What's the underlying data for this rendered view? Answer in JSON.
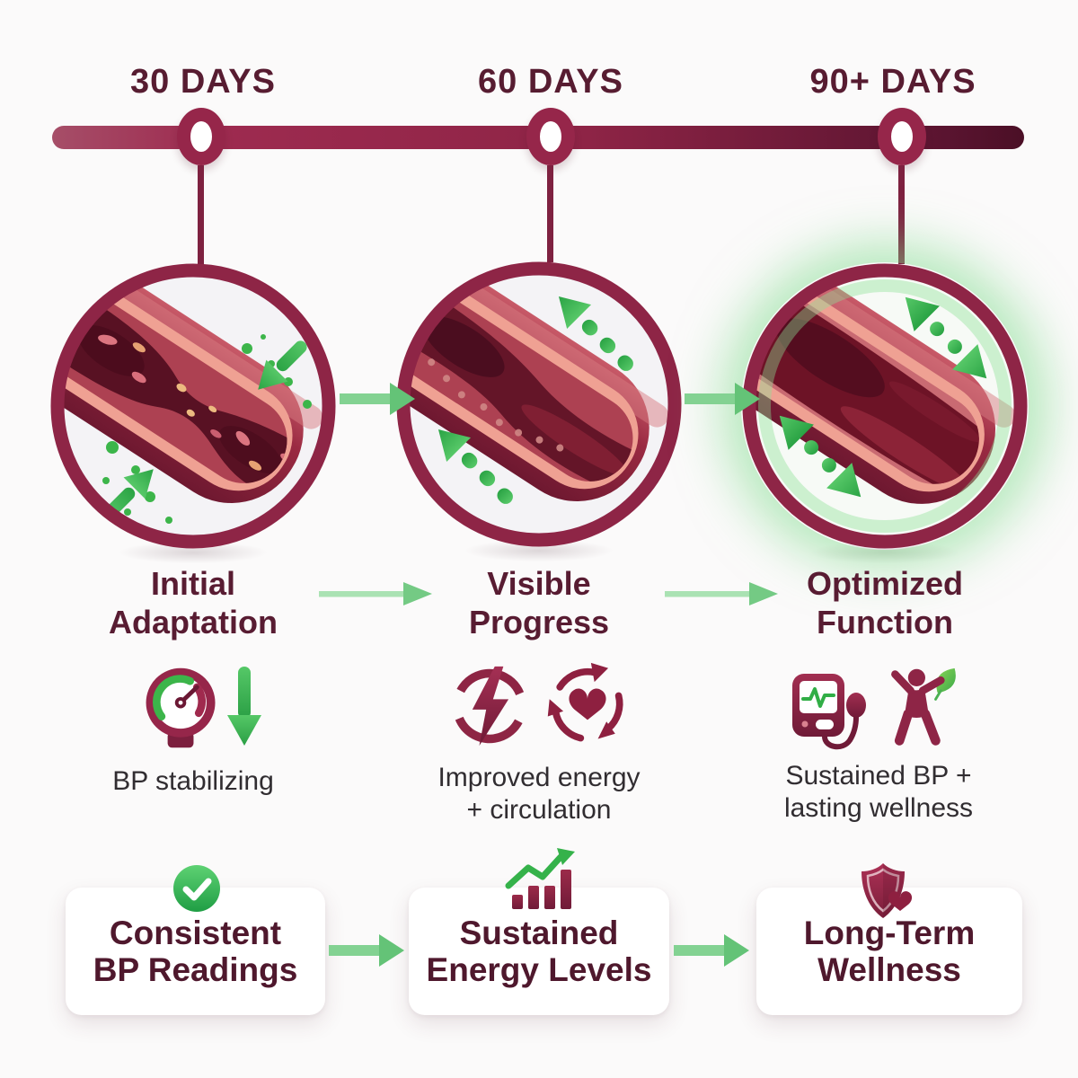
{
  "palette": {
    "background": "#fbfafa",
    "maroon": "#8e2546",
    "maroon_dark": "#4b0f26",
    "maroon_text": "#571c31",
    "green_bright": "#3cb54a",
    "green_arrow_light": "#74ca84",
    "caption_text": "#312d31",
    "card_background": "#ffffff",
    "glow_green": "#7dda8a"
  },
  "timeline": {
    "milestones": [
      {
        "label": "30 DAYS"
      },
      {
        "label": "60 DAYS"
      },
      {
        "label": "90+ DAYS"
      }
    ]
  },
  "stages": [
    {
      "day": "30 DAYS",
      "title_line1": "Initial",
      "title_line2": "Adaptation",
      "caption_line1": "BP stabilizing",
      "caption_line2": "",
      "artery_state": "constricted vessel with inward green arrows and particles",
      "icons": [
        "bp-gauge-icon",
        "down-arrow-icon"
      ]
    },
    {
      "day": "60 DAYS",
      "title_line1": "Visible",
      "title_line2": "Progress",
      "caption_line1": "Improved energy",
      "caption_line2": "+ circulation",
      "artery_state": "opening vessel with dashed green flow arrows",
      "icons": [
        "energy-bolt-icon",
        "heart-circulation-icon"
      ]
    },
    {
      "day": "90+ DAYS",
      "title_line1": "Optimized",
      "title_line2": "Function",
      "caption_line1": "Sustained BP +",
      "caption_line2": "lasting wellness",
      "artery_state": "fully open vessel with double-headed green arrows and green glow",
      "icons": [
        "bp-monitor-icon",
        "wellness-person-icon"
      ]
    }
  ],
  "outcome_cards": [
    {
      "line1": "Consistent",
      "line2": "BP Readings",
      "icon": "check-circle-icon"
    },
    {
      "line1": "Sustained",
      "line2": "Energy Levels",
      "icon": "growth-chart-icon"
    },
    {
      "line1": "Long-Term",
      "line2": "Wellness",
      "icon": "shield-heart-icon"
    }
  ]
}
